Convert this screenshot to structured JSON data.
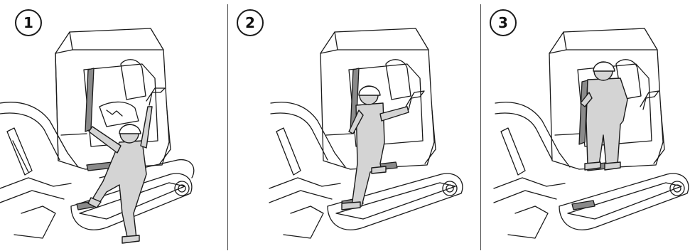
{
  "steps": [
    {
      "number": "1"
    },
    {
      "number": "2"
    },
    {
      "number": "3"
    }
  ],
  "colors": {
    "outline": "#1a1a1a",
    "operator_fill": "#d4d4d4",
    "step_pad_fill": "#8a8a8a",
    "divider": "#4a4a4a"
  },
  "icons": [
    "excavator-icon",
    "operator-icon",
    "handrail-icon",
    "step-pad-icon",
    "hard-hat-icon"
  ]
}
